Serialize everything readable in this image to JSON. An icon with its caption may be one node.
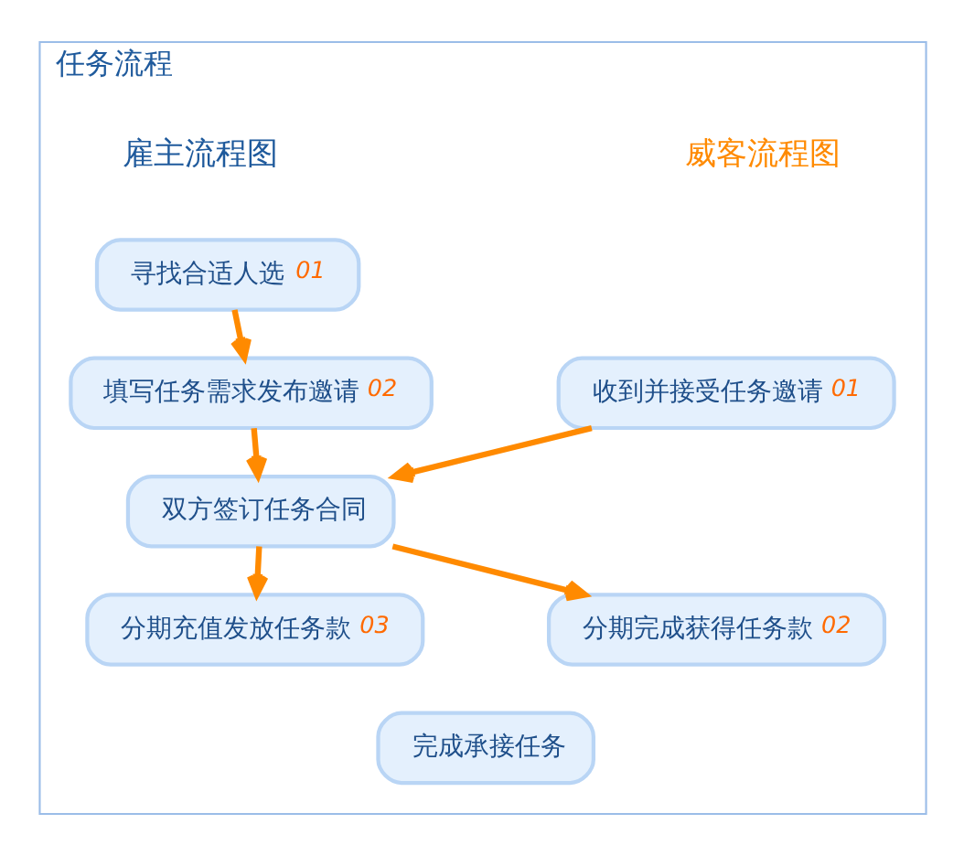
{
  "diagram": {
    "nodes": [
      {
        "text": [
          "任务流程"
        ]
      },
      {
        "text": [
          "寻找合适人选",
          "01"
        ],
        "in": 0
      },
      {
        "text": [
          "填写任务需求发布邀请",
          "02"
        ],
        "in": 0
      },
      {
        "text": [
          "收到并接受任务邀请",
          "01"
        ],
        "in": 0
      },
      {
        "text": [
          "双方签订任务合同"
        ],
        "in": 0
      },
      {
        "text": [
          "分期充值发放任务款",
          "03"
        ],
        "in": 0
      },
      {
        "text": [
          "分期完成获得任务款",
          "02"
        ],
        "in": 0
      },
      {
        "text": [
          "完成承接任务"
        ],
        "in": 0
      }
    ],
    "edges": [
      {
        "from": 1,
        "to": 2,
        "arrow": "to"
      },
      {
        "from": 2,
        "to": 4,
        "arrow": "to"
      },
      {
        "from": 3,
        "to": 4,
        "arrow": "to"
      },
      {
        "from": 4,
        "to": 5,
        "arrow": "to"
      },
      {
        "from": 4,
        "to": 6,
        "arrow": "to"
      }
    ],
    "labels": [
      "雇主流程图",
      "威客流程图"
    ]
  }
}
